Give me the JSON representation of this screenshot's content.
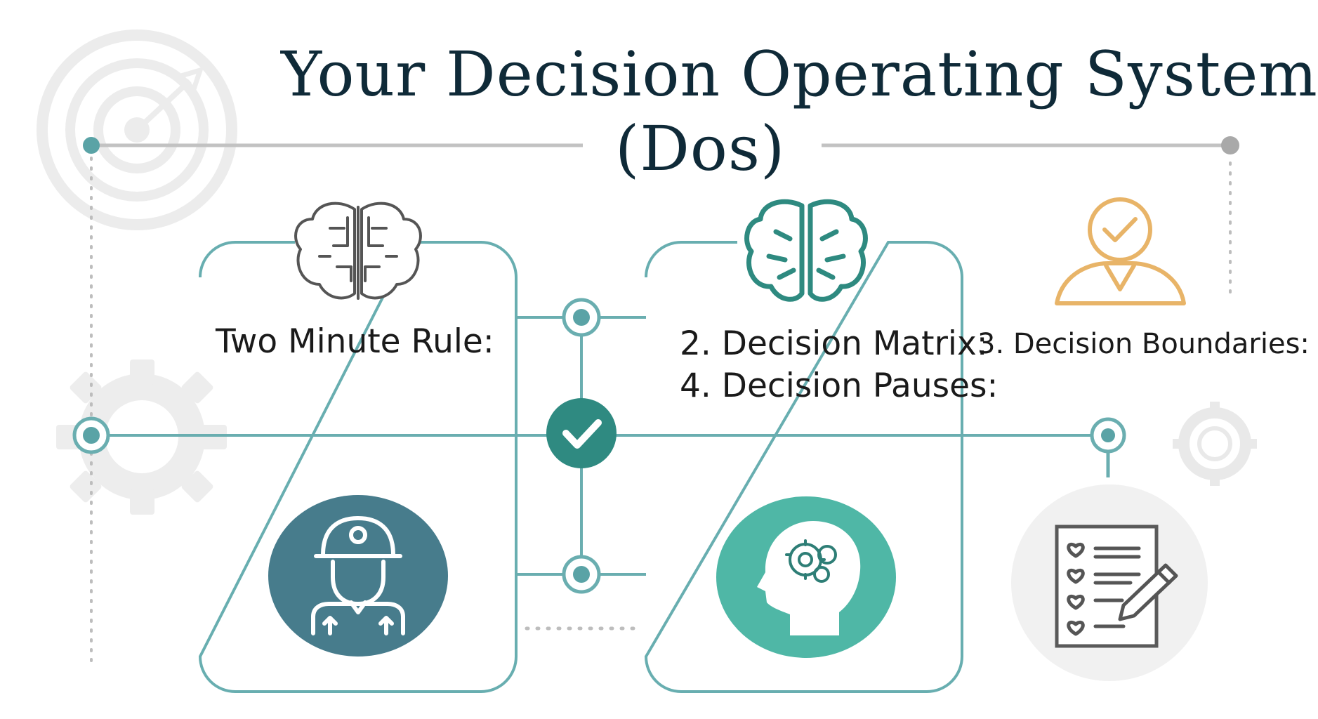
{
  "title": {
    "line1": "Your Decision Operating System",
    "line2": "(Dos)"
  },
  "items": {
    "two_minute_rule": "Two Minute Rule:",
    "decision_matrix": "2. Decision Matrix:",
    "decision_pauses": "4. Decision Pauses:",
    "decision_boundaries": "3. Decision Boundaries:"
  },
  "colors": {
    "navy": "#0f2a38",
    "teal": "#5aa3a6",
    "teal_dark": "#2e8a80",
    "slate_teal": "#477c8c",
    "mint": "#4fb7a6",
    "amber": "#e8b468",
    "gray": "#c4c4c4"
  }
}
